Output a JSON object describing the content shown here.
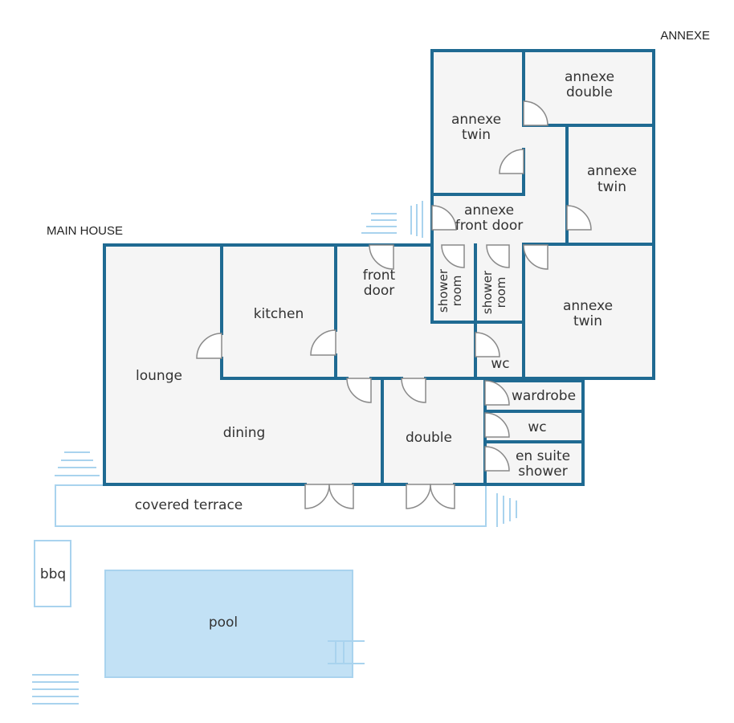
{
  "captions": {
    "annexe": "ANNEXE",
    "main_house": "MAIN HOUSE"
  },
  "rooms": {
    "annexe_twin_1": [
      "annexe",
      "twin"
    ],
    "annexe_double": [
      "annexe",
      "double"
    ],
    "annexe_twin_2": [
      "annexe",
      "twin"
    ],
    "annexe_front_door": [
      "annexe",
      "front door"
    ],
    "annexe_twin_3": [
      "annexe",
      "twin"
    ],
    "front_door": [
      "front",
      "door"
    ],
    "kitchen": "kitchen",
    "lounge": "lounge",
    "dining": "dining",
    "shower_room_1": [
      "shower",
      "room"
    ],
    "shower_room_2": [
      "shower",
      "room"
    ],
    "wc_1": "wc",
    "wardrobe": "wardrobe",
    "wc_2": "wc",
    "en_suite": [
      "en suite",
      "shower"
    ],
    "double": "double",
    "covered_terrace": "covered terrace",
    "bbq": "bbq",
    "pool": "pool"
  },
  "colors": {
    "wall": "#1f6a92",
    "light_outline": "#a9d3ee",
    "pool_fill": "#c2e1f5",
    "room_fill": "#f5f5f5"
  }
}
